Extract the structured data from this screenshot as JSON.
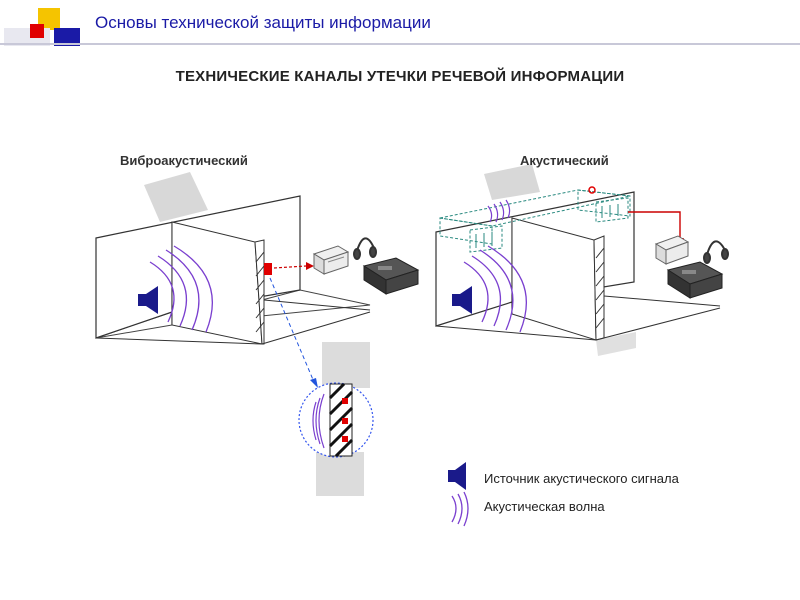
{
  "header": {
    "title": "Основы технической защиты информации"
  },
  "diagram": {
    "title": "ТЕХНИЧЕСКИЕ КАНАЛЫ УТЕЧКИ РЕЧЕВОЙ ИНФОРМАЦИИ",
    "left_panel": {
      "label": "Виброакустический"
    },
    "right_panel": {
      "label": "Акустический"
    }
  },
  "legend": {
    "source": "Источник акустического сигнала",
    "wave": "Акустическая волна"
  },
  "colors": {
    "header_text": "#1a1aa6",
    "accent_yellow": "#f5c400",
    "accent_red": "#e00000",
    "accent_blue": "#1a1aa6",
    "wave": "#7a3fcf",
    "speaker": "#1a1a8a",
    "duct": "#2a8a80",
    "leak_line": "#cc0000",
    "detail_line": "#2255dd"
  }
}
